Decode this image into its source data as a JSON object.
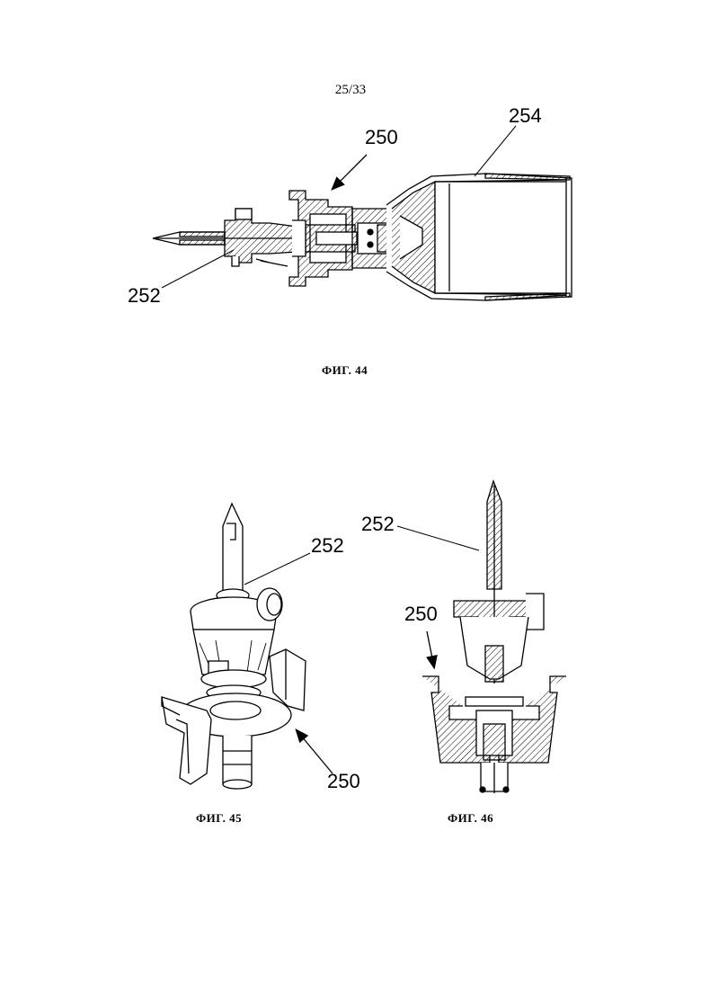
{
  "page_number": "25/33",
  "figures": [
    {
      "caption": "ФИГ. 44",
      "labels": [
        "250",
        "254",
        "252"
      ]
    },
    {
      "caption": "ФИГ. 45",
      "labels": [
        "252",
        "250"
      ]
    },
    {
      "caption": "ФИГ. 46",
      "labels": [
        "252",
        "250"
      ]
    }
  ]
}
